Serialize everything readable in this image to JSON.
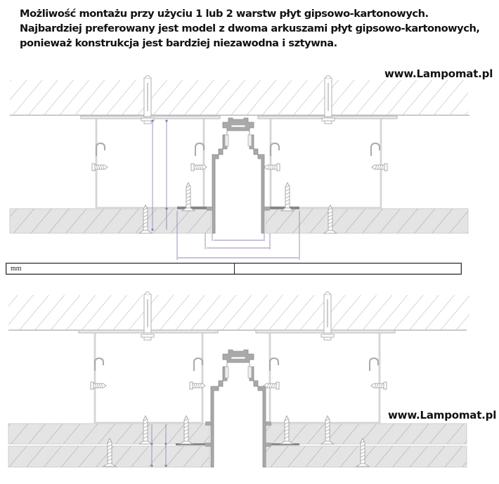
{
  "description": {
    "text": "Możliwość montażu przy użyciu 1 lub 2 warstw płyt gipsowo-kartonowych. Najbardziej preferowany jest model z dwoma arkuszami płyt gipsowo-kartonowych, ponieważ konstrukcja jest bardziej niezawodna i sztywna."
  },
  "watermarks": {
    "top": "www.Lampomat.pl",
    "bottom": "www.Lampomat.pl"
  },
  "unit_table": {
    "unit_label": "mm",
    "value": ""
  },
  "diagrams": [
    {
      "name": "single-layer-drywall-installation",
      "layers": 1,
      "elements": [
        "ceiling-slab",
        "anchor-bolts",
        "c-profiles",
        "hooks",
        "screws",
        "drywall-board",
        "track-profile",
        "dimension-lines"
      ]
    },
    {
      "name": "double-layer-drywall-installation",
      "layers": 2,
      "elements": [
        "ceiling-slab",
        "anchor-bolts",
        "c-profiles",
        "hooks",
        "screws",
        "drywall-board-upper",
        "drywall-board-lower",
        "track-profile",
        "dimension-lines"
      ]
    }
  ],
  "colors": {
    "line": "#b9b9bd",
    "hatch": "#8a8a8a",
    "board_fill": "#e4e4e4",
    "profile_fill": "#a8a8a8",
    "dimension": "#8a6aa8",
    "text": "#111111"
  }
}
